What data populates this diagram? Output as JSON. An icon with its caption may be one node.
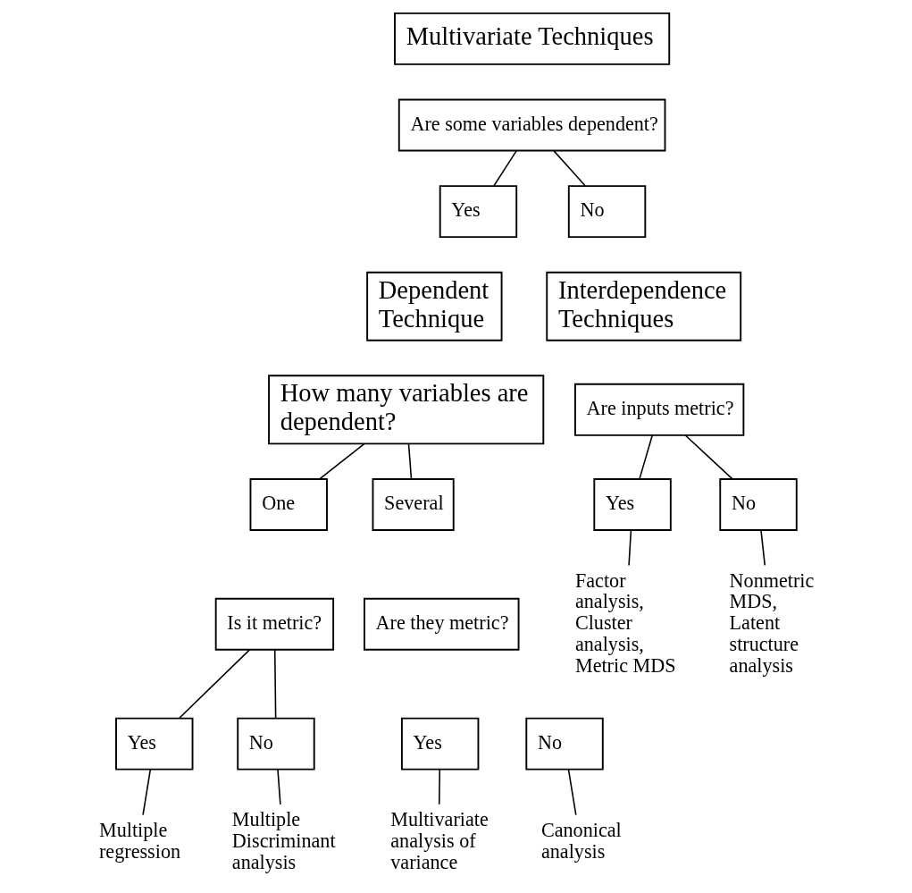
{
  "diagram": {
    "nodes": [
      {
        "text": [
          "Multivariate Techniques"
        ]
      },
      {
        "text": [
          "Are some variables dependent?"
        ]
      },
      {
        "text": [
          "Yes"
        ]
      },
      {
        "text": [
          "No"
        ]
      },
      {
        "text": [
          "Dependent Technique"
        ]
      },
      {
        "text": [
          "Interdependence Techniques"
        ]
      },
      {
        "text": [
          "How many variables are dependent?"
        ]
      },
      {
        "text": [
          "Are inputs metric?"
        ]
      },
      {
        "text": [
          "One"
        ]
      },
      {
        "text": [
          "Several"
        ]
      },
      {
        "text": [
          "Yes"
        ]
      },
      {
        "text": [
          "No"
        ]
      },
      {
        "text": [
          "Is it metric?"
        ]
      },
      {
        "text": [
          "Are they metric?"
        ]
      },
      {
        "text": [
          "Yes"
        ]
      },
      {
        "text": [
          "No"
        ]
      },
      {
        "text": [
          "Yes"
        ]
      },
      {
        "text": [
          "No"
        ]
      },
      {
        "text": [
          "Factor analysis, Cluster analysis, Metric MDS"
        ]
      },
      {
        "text": [
          "Nonmetric MDS, Latent structure analysis"
        ]
      },
      {
        "text": [
          "Multiple regression"
        ]
      },
      {
        "text": [
          "Multiple Discriminant analysis"
        ]
      },
      {
        "text": [
          "Multivariate analysis of variance"
        ]
      },
      {
        "text": [
          "Canonical analysis"
        ]
      }
    ],
    "edges": [
      {
        "from": 1,
        "to": 2,
        "arrow": "none"
      },
      {
        "from": 1,
        "to": 3,
        "arrow": "none"
      },
      {
        "from": 6,
        "to": 8,
        "arrow": "none"
      },
      {
        "from": 6,
        "to": 9,
        "arrow": "none"
      },
      {
        "from": 7,
        "to": 10,
        "arrow": "none"
      },
      {
        "from": 7,
        "to": 11,
        "arrow": "none"
      },
      {
        "from": 12,
        "to": 14,
        "arrow": "none"
      },
      {
        "from": 12,
        "to": 15,
        "arrow": "none"
      },
      {
        "from": 10,
        "to": 18,
        "arrow": "none"
      },
      {
        "from": 11,
        "to": 19,
        "arrow": "none"
      },
      {
        "from": 14,
        "to": 20,
        "arrow": "none"
      },
      {
        "from": 15,
        "to": 21,
        "arrow": "none"
      },
      {
        "from": 16,
        "to": 22,
        "arrow": "none"
      },
      {
        "from": 17,
        "to": 23,
        "arrow": "none"
      }
    ]
  }
}
